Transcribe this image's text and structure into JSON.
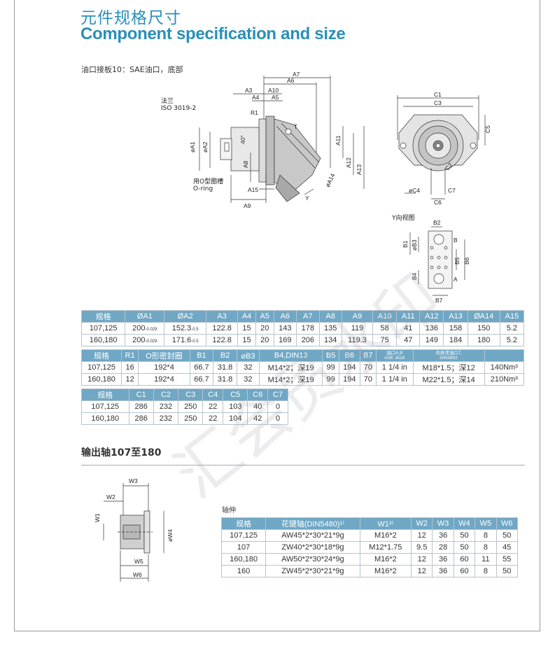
{
  "header": {
    "title_cn": "元件规格尺寸",
    "title_en": "Component specification and size",
    "subtitle": "油口接板10：SAE油口，底部"
  },
  "drawing": {
    "flange_label_1": "法兰",
    "flange_label_2": "ISO 3019-2",
    "oring_label_1": "用O型圈槽",
    "oring_label_2": "O-ring",
    "y_view_label": "Y向视图",
    "side_dims": [
      "A7",
      "A6",
      "A3",
      "A10",
      "A4",
      "A5",
      "R1",
      "T",
      "øA1",
      "øA2",
      "40°",
      "A8",
      "A11",
      "A12",
      "A13",
      "øA14",
      "A15",
      "A9",
      "Y"
    ],
    "front_dims": [
      "C1",
      "C3",
      "C5",
      "C2",
      "øC4",
      "C7",
      "C6"
    ],
    "port_dims": [
      "B2",
      "B",
      "B1",
      "øB3",
      "B5",
      "B6",
      "B4",
      "A",
      "B7"
    ]
  },
  "table1": {
    "header": [
      "规格",
      "ØA1",
      "ØA2",
      "A3",
      "A4",
      "A5",
      "A6",
      "A7",
      "A8",
      "A9",
      "A10",
      "A11",
      "A12",
      "A13",
      "ØA14",
      "A15"
    ],
    "rows": [
      {
        "model": "107,125",
        "a1": "200",
        "a1_tol": "-0.029",
        "a2": "152.3",
        "a2_tol": "-0.5",
        "rest": [
          "122.8",
          "15",
          "20",
          "143",
          "178",
          "135",
          "119",
          "58",
          "41",
          "136",
          "158",
          "150",
          "5.2"
        ]
      },
      {
        "model": "160,180",
        "a1": "200",
        "a1_tol": "-0.029",
        "a2": "171.6",
        "a2_tol": "-0.5",
        "rest": [
          "122.8",
          "15",
          "20",
          "169",
          "206",
          "134",
          "119.3",
          "75",
          "47",
          "149",
          "184",
          "180",
          "5.2"
        ]
      }
    ]
  },
  "table2": {
    "header": [
      "规格",
      "R1",
      "O形密封圈",
      "B1",
      "B2",
      "⌀B3",
      "B4,DIN13",
      "B5",
      "B6",
      "B7"
    ],
    "header_sub_1": [
      "油口A,B",
      "ASE J518"
    ],
    "header_sub_2": [
      "壳体泄油口T,",
      "DIN3852"
    ],
    "rows": [
      [
        "107,125",
        "16",
        "192*4",
        "66.7",
        "31.8",
        "32",
        "M14*2；深19",
        "99",
        "194",
        "70",
        "1 1/4 in",
        "M18*1.5；深12",
        "140Nm³"
      ],
      [
        "160,180",
        "12",
        "192*4",
        "66.7",
        "31.8",
        "32",
        "M14*2；深19",
        "99",
        "194",
        "70",
        "1 1/4 in",
        "M22*1.5；深14",
        "210Nm³"
      ]
    ]
  },
  "table3": {
    "header": [
      "规格",
      "C1",
      "C2",
      "C3",
      "C4",
      "C5",
      "C6",
      "C7"
    ],
    "rows": [
      [
        "107,125",
        "286",
        "232",
        "250",
        "22",
        "103",
        "40",
        "0"
      ],
      [
        "160,180",
        "286",
        "232",
        "250",
        "22",
        "104",
        "42",
        "0"
      ]
    ]
  },
  "output_shaft": {
    "title": "输出轴107至180",
    "shaft_caption": "轴伸",
    "dims": [
      "W3",
      "W2",
      "W1",
      "øW4",
      "W5",
      "W6"
    ]
  },
  "table4": {
    "header": [
      "规格",
      "花键轴(DIN5480)¹⁾",
      "W1²⁾",
      "W2",
      "W3",
      "W4",
      "W5",
      "W6"
    ],
    "rows": [
      [
        "107,125",
        "AW45*2*30*21*9g",
        "M16*2",
        "12",
        "36",
        "50",
        "8",
        "50"
      ],
      [
        "107",
        "ZW40*2*30*18*9g",
        "M12*1.75",
        "9.5",
        "28",
        "50",
        "8",
        "45"
      ],
      [
        "160,180",
        "AW50*2*30*24*9g",
        "M16*2",
        "12",
        "36",
        "60",
        "11",
        "55"
      ],
      [
        "160",
        "ZW45*2*30*21*9g",
        "M16*2",
        "12",
        "36",
        "60",
        "8",
        "50"
      ]
    ]
  },
  "watermark": "汇会员水印"
}
